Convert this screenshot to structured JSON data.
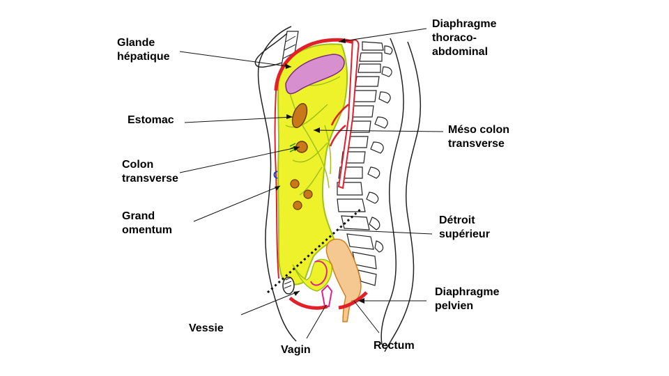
{
  "labels": {
    "glande": "Glande\nhépatique",
    "estomac": "Estomac",
    "colon": "Colon\ntransverse",
    "grand_omentum": "Grand\nomentum",
    "vessie": "Vessie",
    "vagin": "Vagin",
    "rectum": "Rectum",
    "diaphragme_thoraco": "Diaphragme\nthoraco-\nabdominal",
    "meso_colon": "Méso colon\ntransverse",
    "detroit": "Détroit\nsupérieur",
    "diaphragme_pelvien": "Diaphragme\npelvien"
  },
  "colors": {
    "peritoneum": "#e8f020",
    "peritoneum_line": "#9fc21a",
    "diaphragm": "#e0202a",
    "liver": "#d78fd0",
    "organ": "#c87818",
    "rectum": "#f0a040",
    "vagina": "#e0208a",
    "outline": "#222222"
  }
}
